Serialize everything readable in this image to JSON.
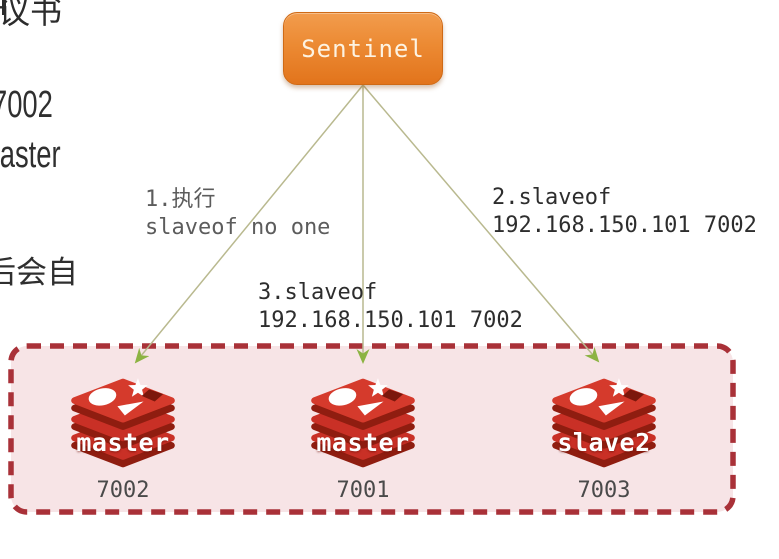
{
  "page_background": "#ffffff",
  "edge_text": {
    "top_fragment": "议书",
    "port_fragment": "7002",
    "master_fragment": "master",
    "cjk_fragment": "后会自"
  },
  "sentinel": {
    "label": "Sentinel",
    "bg_top": "#f29c4d",
    "bg_bottom": "#e2741c",
    "text_color": "#fdf3e2"
  },
  "steps": {
    "step1": {
      "line1": "1.执行",
      "line2": "slaveof no one"
    },
    "step2": {
      "line1": "2.slaveof",
      "line2": "192.168.150.101 7002"
    },
    "step3": {
      "line1": "3.slaveof",
      "line2": "192.168.150.101 7002"
    }
  },
  "cluster": {
    "panel_bg": "#f7e4e6",
    "panel_border": "#a93138",
    "nodes": [
      {
        "role": "master",
        "port": "7002"
      },
      {
        "role": "master",
        "port": "7001"
      },
      {
        "role": "slave2",
        "port": "7003"
      }
    ]
  },
  "colors": {
    "arrow_line": "#b9b98f",
    "arrow_head": "#8cb343",
    "redis_red_top": "#d53a2c",
    "redis_red_mid": "#c93026",
    "redis_red_dark": "#8f1d10",
    "label_gray": "#5c5c5c",
    "label_dark": "#2d2d2d"
  }
}
